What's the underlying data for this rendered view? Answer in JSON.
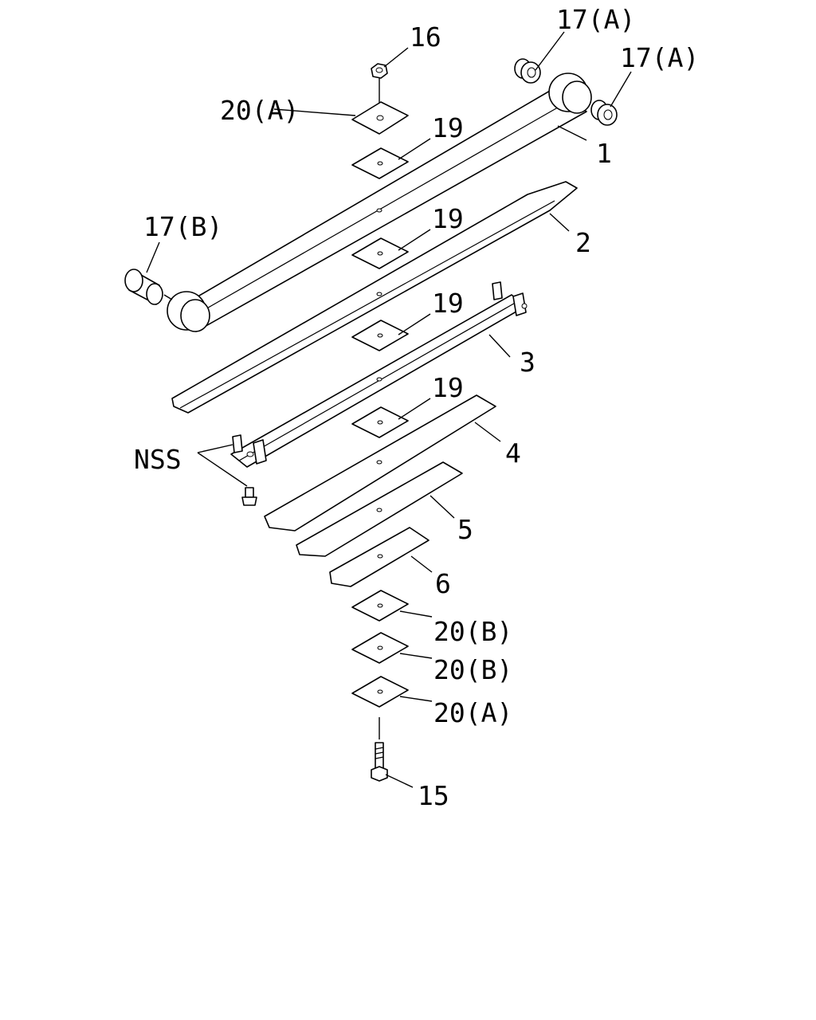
{
  "callouts": {
    "c16": "16",
    "c17a_top": "17(A)",
    "c17a_right": "17(A)",
    "c20a_top": "20(A)",
    "c19_1": "19",
    "c1": "1",
    "c17b": "17(B)",
    "c19_2": "19",
    "c2": "2",
    "c19_3": "19",
    "c3": "3",
    "c19_4": "19",
    "nss": "NSS",
    "c4": "4",
    "c5": "5",
    "c6": "6",
    "c20b_1": "20(B)",
    "c20b_2": "20(B)",
    "c20a_bottom": "20(A)",
    "c15": "15"
  }
}
